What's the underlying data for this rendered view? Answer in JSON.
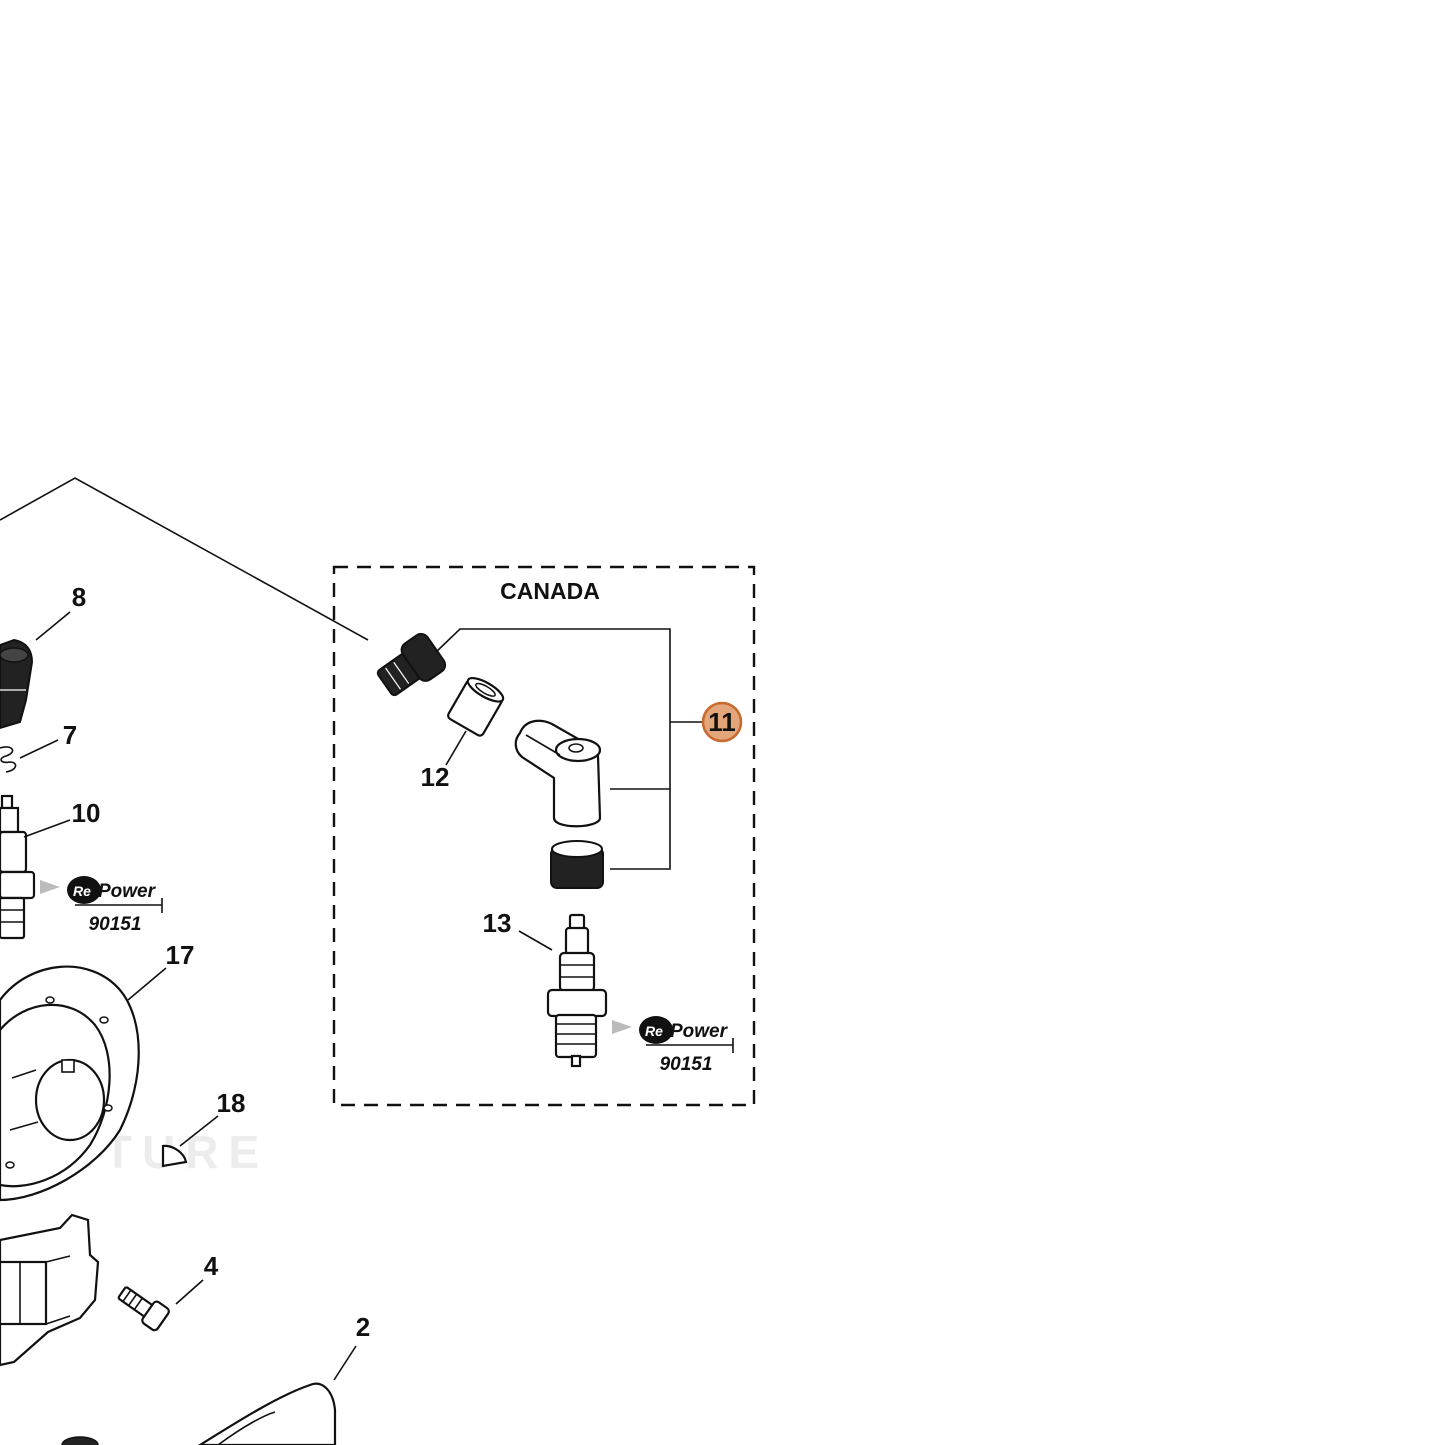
{
  "diagram": {
    "region_label": "CANADA",
    "watermark": "ENTURE",
    "callouts": {
      "c2": "2",
      "c4": "4",
      "c7": "7",
      "c8": "8",
      "c10": "10",
      "c11": "11",
      "c12": "12",
      "c13": "13",
      "c17": "17",
      "c18": "18"
    },
    "highlighted_callout": "11",
    "repower_badges": [
      {
        "brand_re": "Re",
        "brand_power": "Power",
        "part_number": "90151"
      },
      {
        "brand_re": "Re",
        "brand_power": "Power",
        "part_number": "90151"
      }
    ],
    "colors": {
      "highlight_fill": "#e3a57a",
      "highlight_stroke": "#c8692e",
      "line": "#111111"
    }
  }
}
